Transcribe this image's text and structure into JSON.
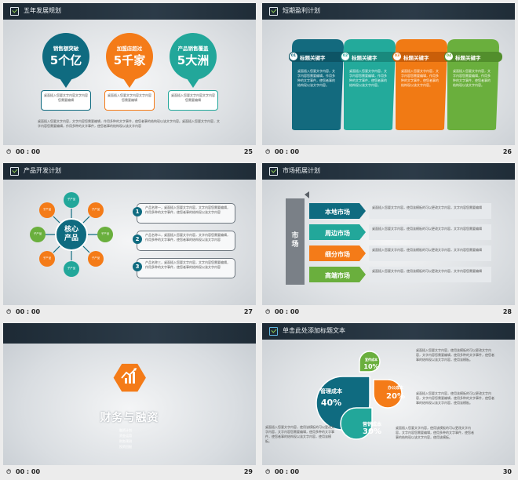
{
  "slides": [
    {
      "number": "25",
      "time": "00 : 00",
      "title": "五年发展规划",
      "circles": [
        {
          "label": "销售额突破",
          "value": "5个亿",
          "color": "#0f6b80"
        },
        {
          "label": "加盟店超过",
          "value": "5千家",
          "color": "#f47b18"
        },
        {
          "label": "产品销售覆盖",
          "value": "5大洲",
          "color": "#22a79a"
        }
      ],
      "box_text": "桌面插入您要文字内容文字内容您需要编辑",
      "footer_text": "桌面插入您要文字内容，文字内容您需要编辑，作用多种的文字事件，使您者事的结构现以该文字内容。桌面插入您要文字内容，文字内容您需要编辑，作用多种的文字事件，使您者事的结构现以该文字内容"
    },
    {
      "number": "26",
      "time": "00 : 00",
      "title": "短期盈利计划",
      "cards": [
        {
          "num": "01",
          "label": "标题关键字",
          "color": "#136a7e"
        },
        {
          "num": "02",
          "label": "标题关键字",
          "color": "#23aa9b"
        },
        {
          "num": "03",
          "label": "标题关键字",
          "color": "#f17a14"
        },
        {
          "num": "04",
          "label": "标题关键字",
          "color": "#6aaf3d"
        }
      ],
      "card_text": "桌面插入您要文字内容，文字内容您需要编辑，作用多种的文字事件，使您者事的结构现以该文字内容。"
    },
    {
      "number": "27",
      "time": "00 : 00",
      "title": "产品开发计划",
      "center": "核心\n产品",
      "satellite": "子产品",
      "items": [
        {
          "n": "1",
          "text": "产品名称一，桌面插入您要文字内容，文字内容您需要编辑，作用多种的文字事件，使您者事的结构现以该文字内容"
        },
        {
          "n": "2",
          "text": "产品名称二，桌面插入您要文字内容，文字内容您需要编辑，作用多种的文字事件，使您者事的结构现以该文字内容"
        },
        {
          "n": "3",
          "text": "产品名称三，桌面插入您要文字内容，文字内容您需要编辑，作用多种的文字事件，使您者事的结构现以该文字内容"
        }
      ]
    },
    {
      "number": "28",
      "time": "00 : 00",
      "title": "市场拓展计划",
      "side_label": "市场",
      "arrows": [
        {
          "label": "本地市场",
          "color": "#0f6b80"
        },
        {
          "label": "周边市场",
          "color": "#22a79a"
        },
        {
          "label": "细分市场",
          "color": "#f47b18"
        },
        {
          "label": "高端市场",
          "color": "#6aaf3d"
        }
      ],
      "arrow_text": "桌面插入您要文字内容，使用该模板的可以更改文字内容，文字内容您需要编辑"
    },
    {
      "number": "29",
      "time": "00 : 00",
      "title": "财务与融资",
      "icon": "finance-chart-icon",
      "bullets": [
        "融资计划",
        "资金运用",
        "财务预测",
        "投资回报"
      ]
    },
    {
      "number": "30",
      "time": "00 : 00",
      "title": "单击此处添加标题文本",
      "costs": [
        {
          "label": "管理成本",
          "pct": "40%",
          "color": "#0f6b80"
        },
        {
          "label": "营销成本",
          "pct": "30%",
          "color": "#22a79a"
        },
        {
          "label": "办公成本",
          "pct": "20%",
          "color": "#f47b18"
        },
        {
          "label": "宣传成本",
          "pct": "10%",
          "color": "#6aaf3d"
        }
      ],
      "desc": "桌面插入您要文字内容，使用该模板的可以更改文字内容，文字内容您需要编辑，使用多种的文字事件，使您者事的结构现以该文字内容，使用该模板。"
    }
  ]
}
